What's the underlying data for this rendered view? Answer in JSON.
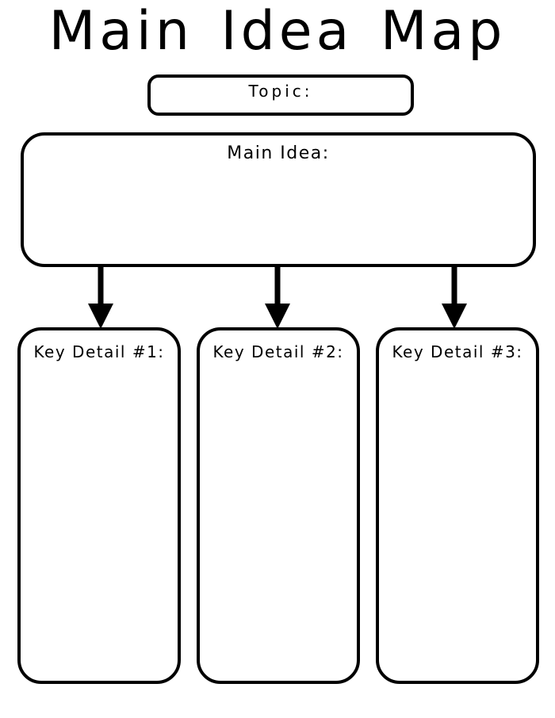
{
  "title": "Main Idea Map",
  "topic": {
    "label": "Topic:"
  },
  "main_idea": {
    "label": "Main Idea:"
  },
  "key_details": [
    {
      "label": "Key Detail #1:"
    },
    {
      "label": "Key Detail #2:"
    },
    {
      "label": "Key Detail #3:"
    }
  ],
  "connectors": {
    "count": 3,
    "direction": "down"
  },
  "colors": {
    "ink": "#000000",
    "paper": "#ffffff"
  }
}
